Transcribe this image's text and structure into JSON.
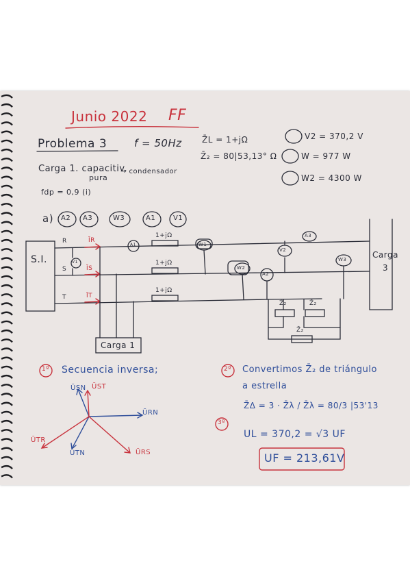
{
  "header": {
    "title": "Junio 2022",
    "suffix": "FF"
  },
  "problem": {
    "label": "Problema 3",
    "frequency": "f = 50Hz",
    "z2": "Z̄₂ = 80|53,13° Ω",
    "zl": "Z̄L = 1+jΩ",
    "readings": [
      "V2 = 370,2 V",
      "W = 977 W",
      "W2 = 4300 W"
    ]
  },
  "load1": {
    "line1": "Carga 1. capacitiv.",
    "line2": "pura",
    "note": "→ condensador",
    "pf": "fdp = 0,9 (i)"
  },
  "parts": {
    "prefix": "a)",
    "meters": [
      "A2",
      "A3",
      "W3",
      "A1",
      "V1"
    ]
  },
  "circuit": {
    "source": "S.I.",
    "phases": [
      "R",
      "S",
      "T"
    ],
    "currents": [
      "ĪR",
      "ĪS",
      "ĪT"
    ],
    "line_impedance": "1+jΩ",
    "load1": "Carga 1",
    "load3_line1": "Carga",
    "load3_line2": "3",
    "z_label": "Z̄₂",
    "meters": {
      "v1": "V1",
      "a1": "A1",
      "w1": "W1",
      "w2": "W2",
      "a2": "A2",
      "v2": "V2",
      "a3": "A3",
      "w3": "W3"
    }
  },
  "step1": {
    "number": "1º",
    "title": "Secuencia inversa;",
    "vectors": [
      "ŪSN",
      "ŪST",
      "ŪRN",
      "ŪTR",
      "ŪTN",
      "ŪRS"
    ]
  },
  "step2": {
    "number": "2º",
    "text1": "Convertimos Z̄₂ de triángulo",
    "text2": "a estrella",
    "formula": "Z̄Δ = 3 · Z̄λ / Z̄λ = 80/3 |53'13"
  },
  "step3": {
    "number": "3º",
    "formula": "UL = 370,2 = √3 UF",
    "result": "UF = 213,61V"
  },
  "colors": {
    "paper": "#ebe6e4",
    "ink": "#2b2d38",
    "red": "#c8323c",
    "blue": "#2f4e9a"
  }
}
